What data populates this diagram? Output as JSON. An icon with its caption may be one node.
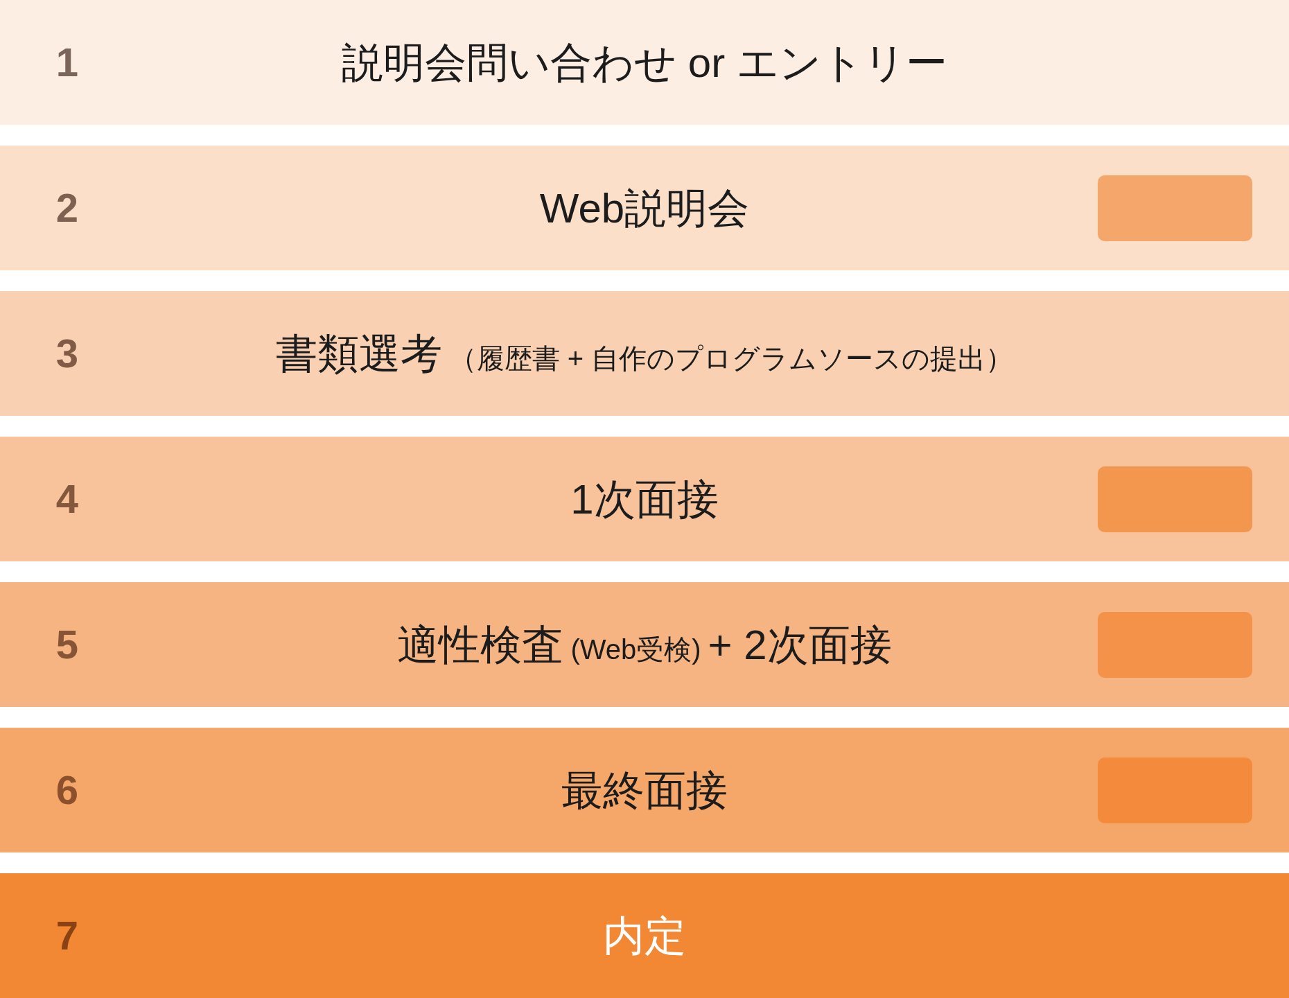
{
  "diagram": {
    "nodes": [
      {
        "text": [
          "1",
          "説明会問い合わせ or エントリー"
        ]
      },
      {
        "text": [
          "2",
          "Web説明会"
        ]
      },
      {
        "text": [],
        "shape": "box",
        "in": 1
      },
      {
        "text": [
          "3",
          "書類選考",
          "（履歴書 + 自作のプログラムソースの提出）"
        ]
      },
      {
        "text": [
          "4",
          "1次面接"
        ]
      },
      {
        "text": [],
        "shape": "box",
        "in": 4
      },
      {
        "text": [
          "5",
          "適性検査",
          "(Web受検)",
          "+ 2次面接"
        ]
      },
      {
        "text": [],
        "shape": "box",
        "in": 6
      },
      {
        "text": [
          "6",
          "最終面接"
        ]
      },
      {
        "text": [],
        "shape": "box",
        "in": 8
      },
      {
        "text": [
          "7",
          "内定"
        ]
      }
    ]
  }
}
